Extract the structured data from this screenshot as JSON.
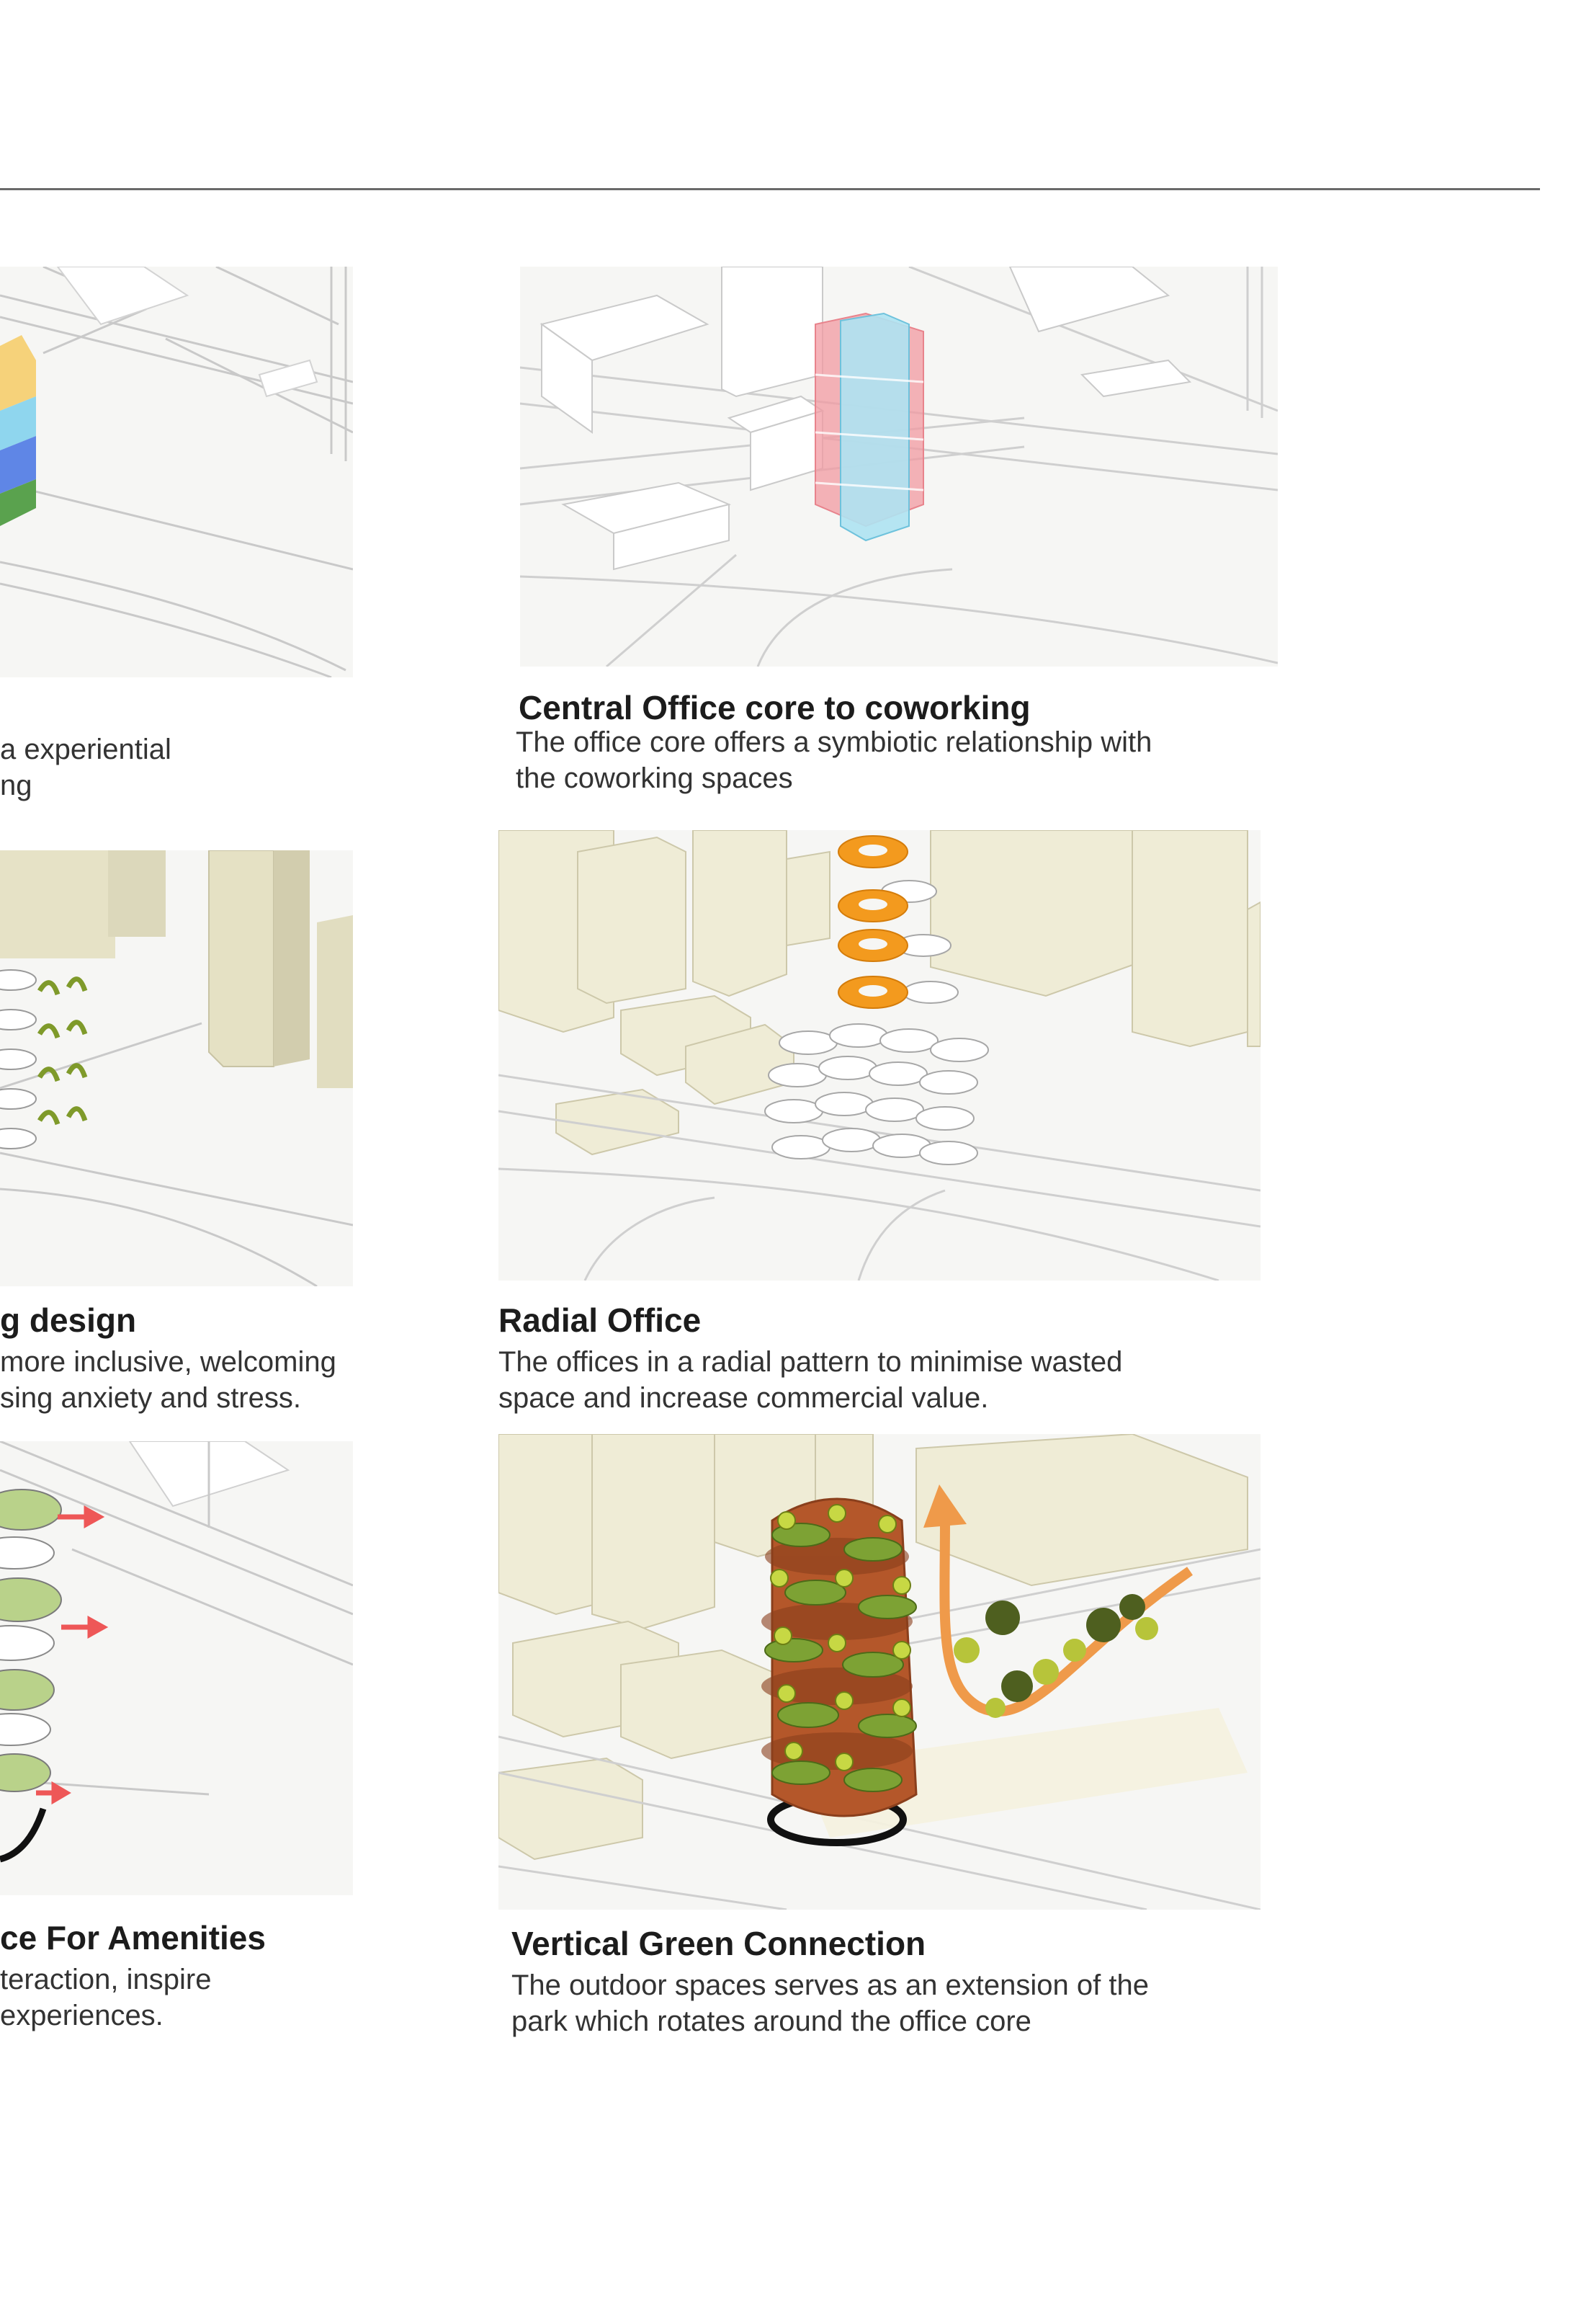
{
  "left_column": [
    {
      "title": "",
      "lines": [
        "a experiential",
        "ng"
      ]
    },
    {
      "title": "g design",
      "lines": [
        "more inclusive, welcoming",
        "sing anxiety and stress."
      ]
    },
    {
      "title": "ce For Amenities",
      "lines": [
        "teraction, inspire",
        "experiences."
      ]
    }
  ],
  "right_column": [
    {
      "title": "Central Office core to coworking",
      "lines": [
        "The office core offers a symbiotic relationship with",
        "the coworking spaces"
      ]
    },
    {
      "title": "Radial Office",
      "lines": [
        "The offices in a radial pattern to minimise wasted",
        "space and increase commercial value."
      ]
    },
    {
      "title": "Vertical Green Connection",
      "lines": [
        "The outdoor spaces serves as an extension of the",
        "park which rotates around the office core"
      ]
    }
  ],
  "colors": {
    "stack_yellow": "#f6d27a",
    "stack_cyan": "#8fd6ee",
    "stack_blue": "#5f86e6",
    "stack_green": "#5aa24e",
    "core_red": "#f29aa2",
    "core_cyan": "#aee3f2",
    "radial_orange": "#f39a1e",
    "tower_brown": "#b4572a",
    "leaf_green": "#7da234",
    "arrow_orange": "#ef9a4a",
    "arrow_red": "#ee5757",
    "building_beige": "#efecd6"
  }
}
